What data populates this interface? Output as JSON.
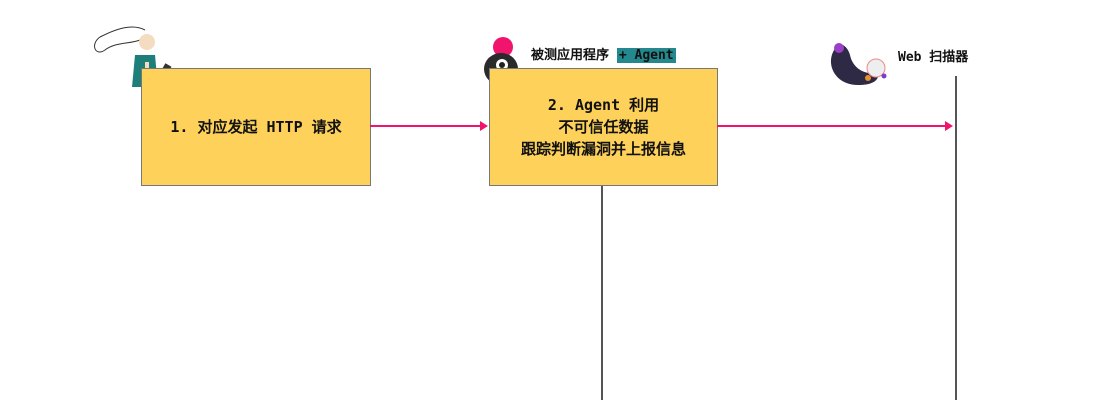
{
  "actors": {
    "user": {
      "label": ""
    },
    "app": {
      "label": "被测应用程序",
      "highlight": "+ Agent"
    },
    "scanner": {
      "label": "Web 扫描器"
    }
  },
  "steps": [
    {
      "text": "1. 对应发起 HTTP 请求"
    },
    {
      "line1": "2. Agent 利用",
      "line2": "不可信任数据",
      "line3": "跟踪判断漏洞并上报信息"
    }
  ],
  "colors": {
    "box": "#fdd15a",
    "arrow": "#f0146c",
    "highlight": "#23898f"
  }
}
